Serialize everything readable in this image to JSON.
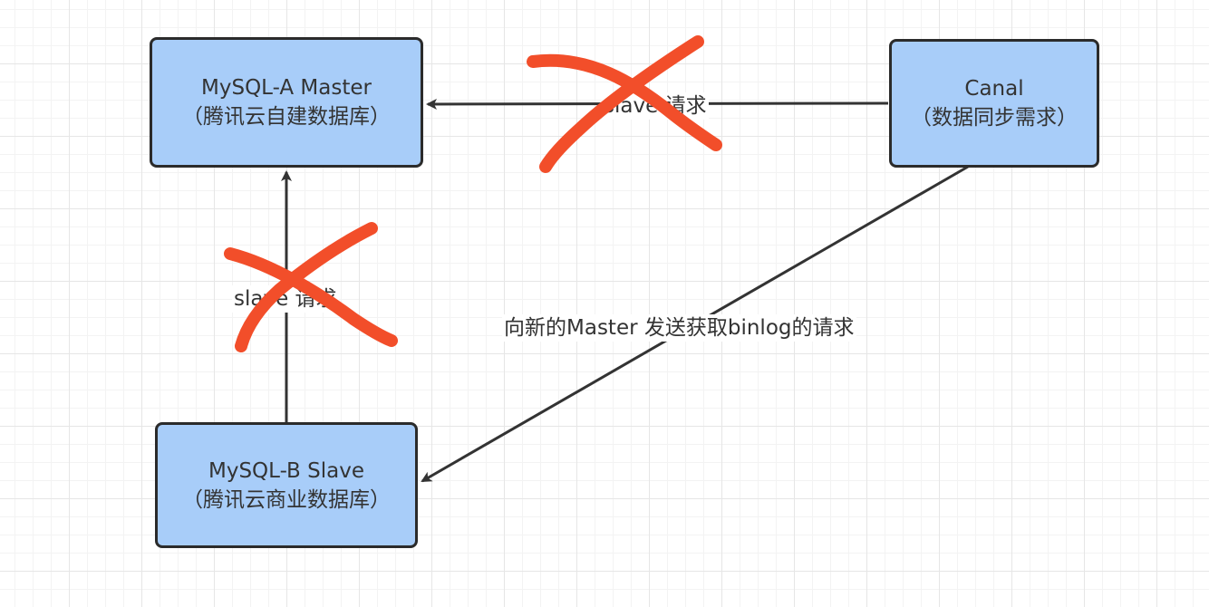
{
  "nodes": {
    "master": {
      "line1": "MySQL-A Master",
      "line2": "（腾讯云自建数据库）"
    },
    "canal": {
      "line1": "Canal",
      "line2": "（数据同步需求）"
    },
    "slave": {
      "line1": "MySQL-B Slave",
      "line2": "（腾讯云商业数据库）"
    }
  },
  "edges": {
    "canal_to_master": {
      "label": "slave 请求"
    },
    "slave_to_master": {
      "label": "slave 请求"
    },
    "canal_to_slave": {
      "label": "向新的Master 发送获取binlog的请求"
    }
  },
  "colors": {
    "node_fill": "#a8cdf9",
    "node_border": "#2b2b2b",
    "arrow": "#333333",
    "cross_mark": "#f24e2a"
  }
}
